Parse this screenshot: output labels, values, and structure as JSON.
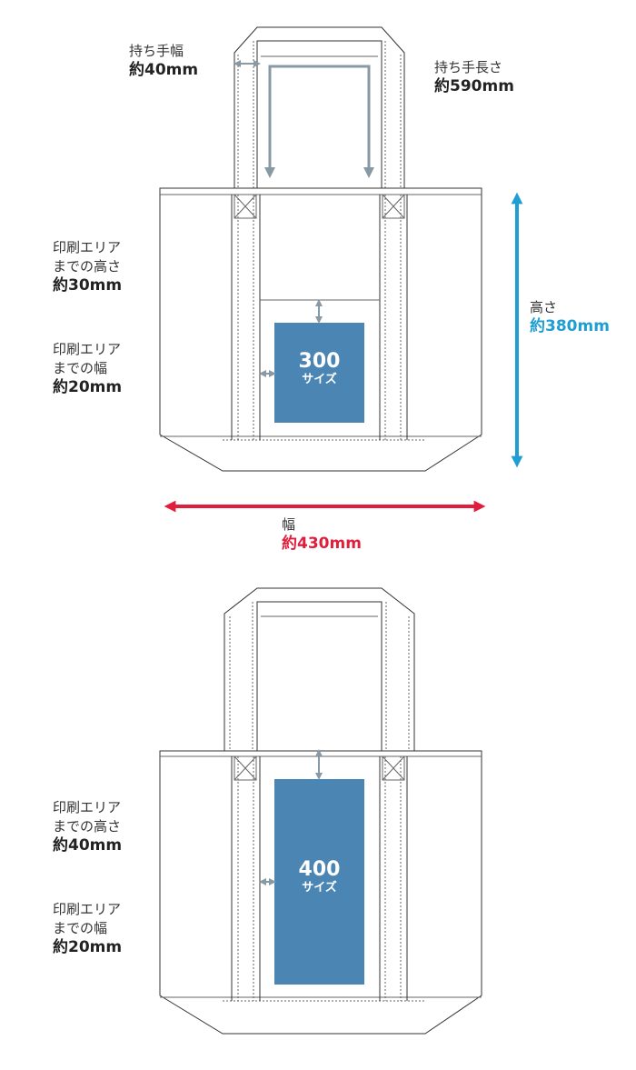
{
  "colors": {
    "print_area": "#4a85b4",
    "arrow_gray": "#8899a6",
    "arrow_blue": "#1e9ed2",
    "arrow_red": "#e01e3c",
    "outline": "#333333"
  },
  "diagram_top": {
    "handle_width": {
      "label": "持ち手幅",
      "value": "約40mm"
    },
    "handle_length": {
      "label": "持ち手長さ",
      "value": "約590mm"
    },
    "print_height": {
      "label_line1": "印刷エリア",
      "label_line2": "までの高さ",
      "value": "約30mm"
    },
    "print_width": {
      "label_line1": "印刷エリア",
      "label_line2": "までの幅",
      "value": "約20mm"
    },
    "height": {
      "label": "高さ",
      "value": "約380mm"
    },
    "width": {
      "label": "幅",
      "value": "約430mm"
    },
    "print_size": {
      "number": "300",
      "text": "サイズ"
    }
  },
  "diagram_bottom": {
    "print_height": {
      "label_line1": "印刷エリア",
      "label_line2": "までの高さ",
      "value": "約40mm"
    },
    "print_width": {
      "label_line1": "印刷エリア",
      "label_line2": "までの幅",
      "value": "約20mm"
    },
    "print_size": {
      "number": "400",
      "text": "サイズ"
    }
  }
}
